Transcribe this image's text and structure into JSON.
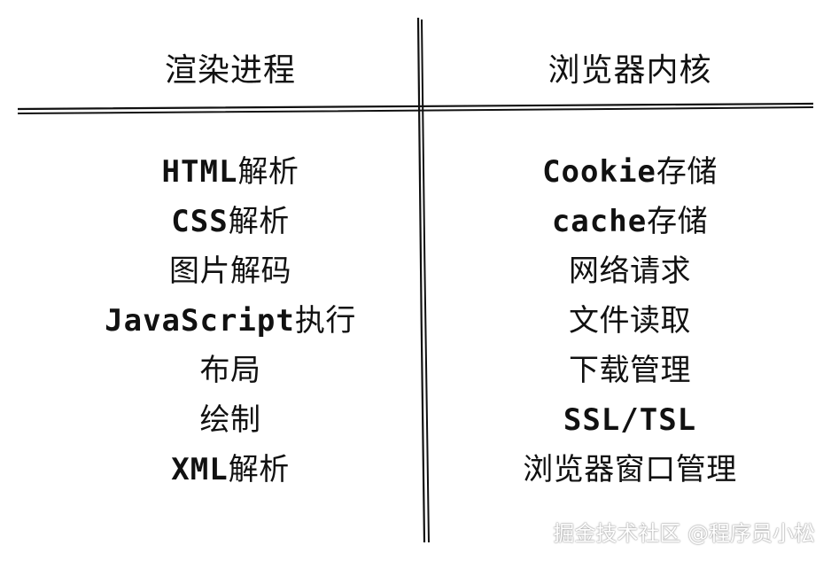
{
  "left_column": {
    "header": "渲染进程",
    "items": [
      {
        "latin": "HTML",
        "cjk": "解析"
      },
      {
        "latin": "CSS",
        "cjk": "解析"
      },
      {
        "latin": "",
        "cjk": "图片解码"
      },
      {
        "latin": "JavaScript",
        "cjk": "执行"
      },
      {
        "latin": "",
        "cjk": "布局"
      },
      {
        "latin": "",
        "cjk": "绘制"
      },
      {
        "latin": "XML",
        "cjk": "解析"
      }
    ]
  },
  "right_column": {
    "header": "浏览器内核",
    "items": [
      {
        "latin": "Cookie",
        "cjk": "存储"
      },
      {
        "latin": "cache",
        "cjk": "存储"
      },
      {
        "latin": "",
        "cjk": "网络请求"
      },
      {
        "latin": "",
        "cjk": "文件读取"
      },
      {
        "latin": "",
        "cjk": "下载管理"
      },
      {
        "latin": "SSL/TSL",
        "cjk": ""
      },
      {
        "latin": "",
        "cjk": "浏览器窗口管理"
      }
    ]
  },
  "watermark": "掘金技术社区 @程序员小松",
  "colors": {
    "ink": "#111111",
    "background": "#ffffff"
  }
}
